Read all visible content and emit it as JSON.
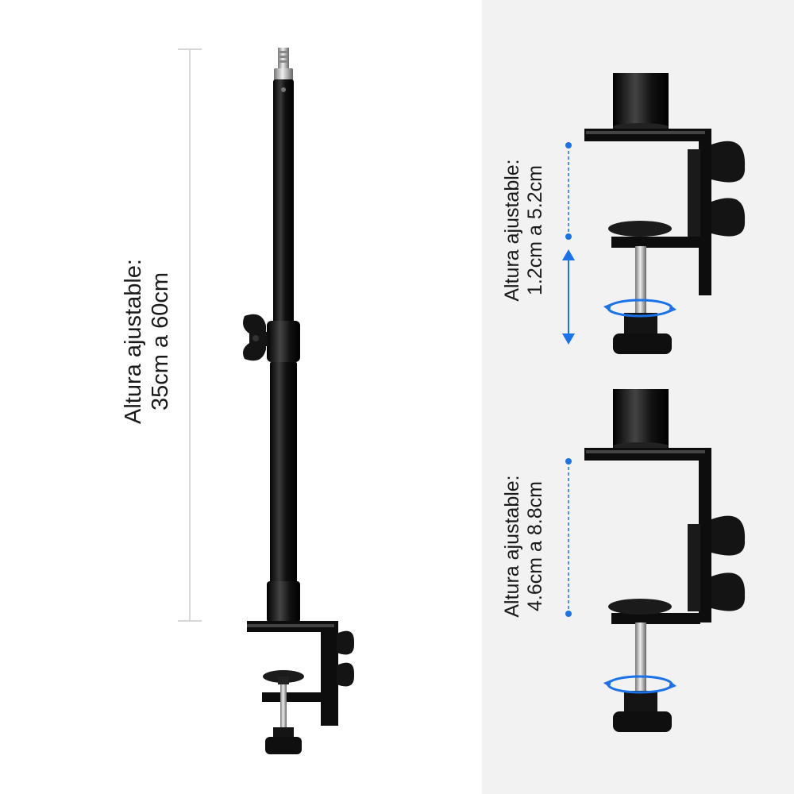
{
  "main": {
    "label_line1": "Altura ajustable:",
    "label_line2": "35cm a 60cm"
  },
  "clamp_top": {
    "label_line1": "Altura ajustable:",
    "label_line2": "1.2cm a 5.2cm"
  },
  "clamp_bottom": {
    "label_line1": "Altura ajustable:",
    "label_line2": "4.6cm a 8.8cm"
  },
  "colors": {
    "accent": "#1a73e8",
    "panel": "#f2f2f2",
    "metal": "#111111"
  }
}
